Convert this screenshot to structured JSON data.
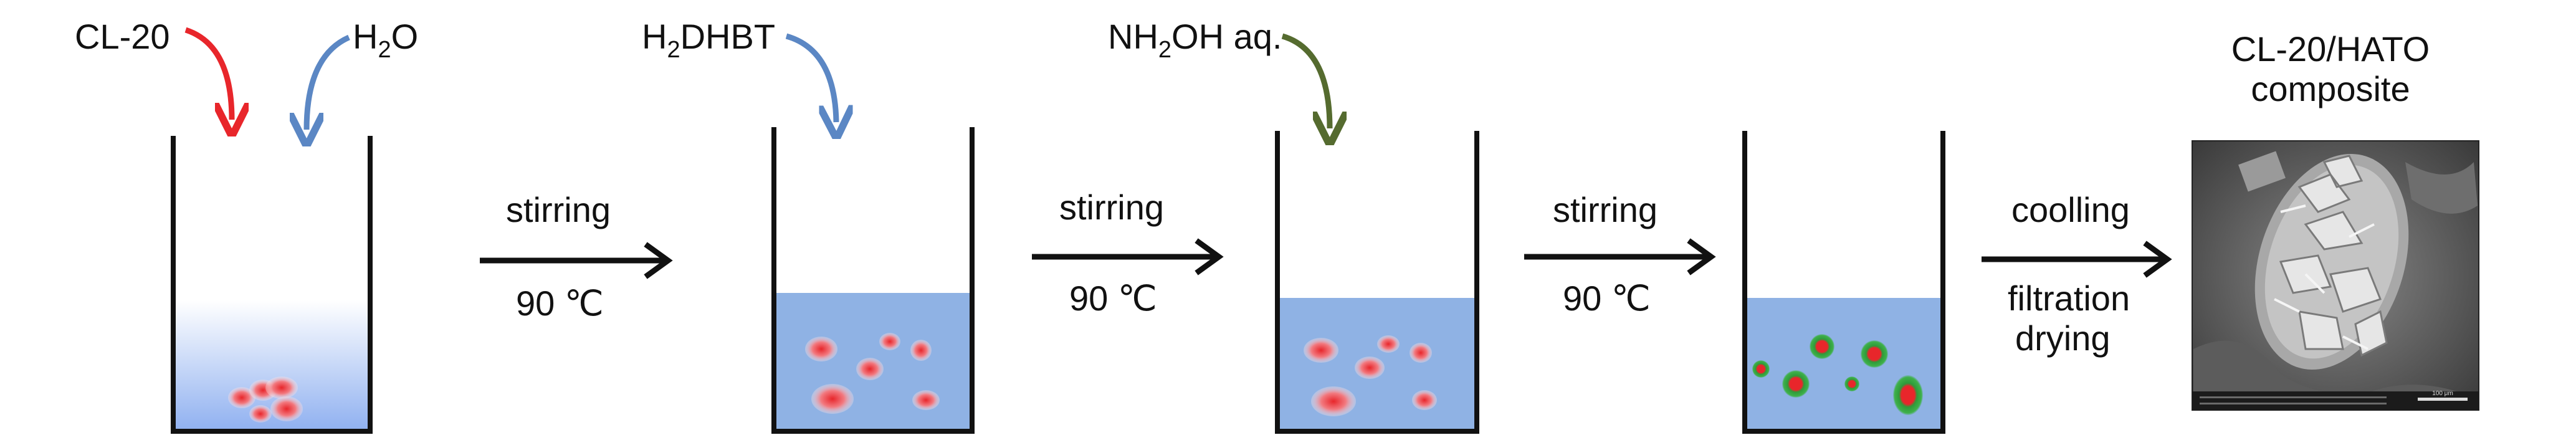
{
  "reagents": {
    "cl20": "CL-20",
    "water_main": "H",
    "water_sub": "2",
    "water_tail": "O",
    "ligand_main": "H",
    "ligand_sub": "2",
    "ligand_tail": "DHBT",
    "hydroxylamine_head": "NH",
    "hydroxylamine_sub": "2",
    "hydroxylamine_tail": "OH aq."
  },
  "steps": [
    {
      "top": "stirring",
      "bottom": "90 ℃"
    },
    {
      "top": "stirring",
      "bottom": "90 ℃"
    },
    {
      "top": "stirring",
      "bottom": "90 ℃"
    }
  ],
  "final_step": {
    "line1": "coolling",
    "line2": "filtration",
    "line3": "drying"
  },
  "product": {
    "line1": "CL-20/HATO",
    "line2": "composite"
  },
  "sem_scalebar": "100 μm",
  "colors": {
    "cl20_arrow": "#e8262b",
    "water_arrow": "#5b87c4",
    "ligand_arrow": "#5b87c4",
    "hydroxylamine_arrow": "#556b2f",
    "solution": "#8fb2e4",
    "particle": "#e8262b",
    "shell": "#2e9b3a"
  }
}
